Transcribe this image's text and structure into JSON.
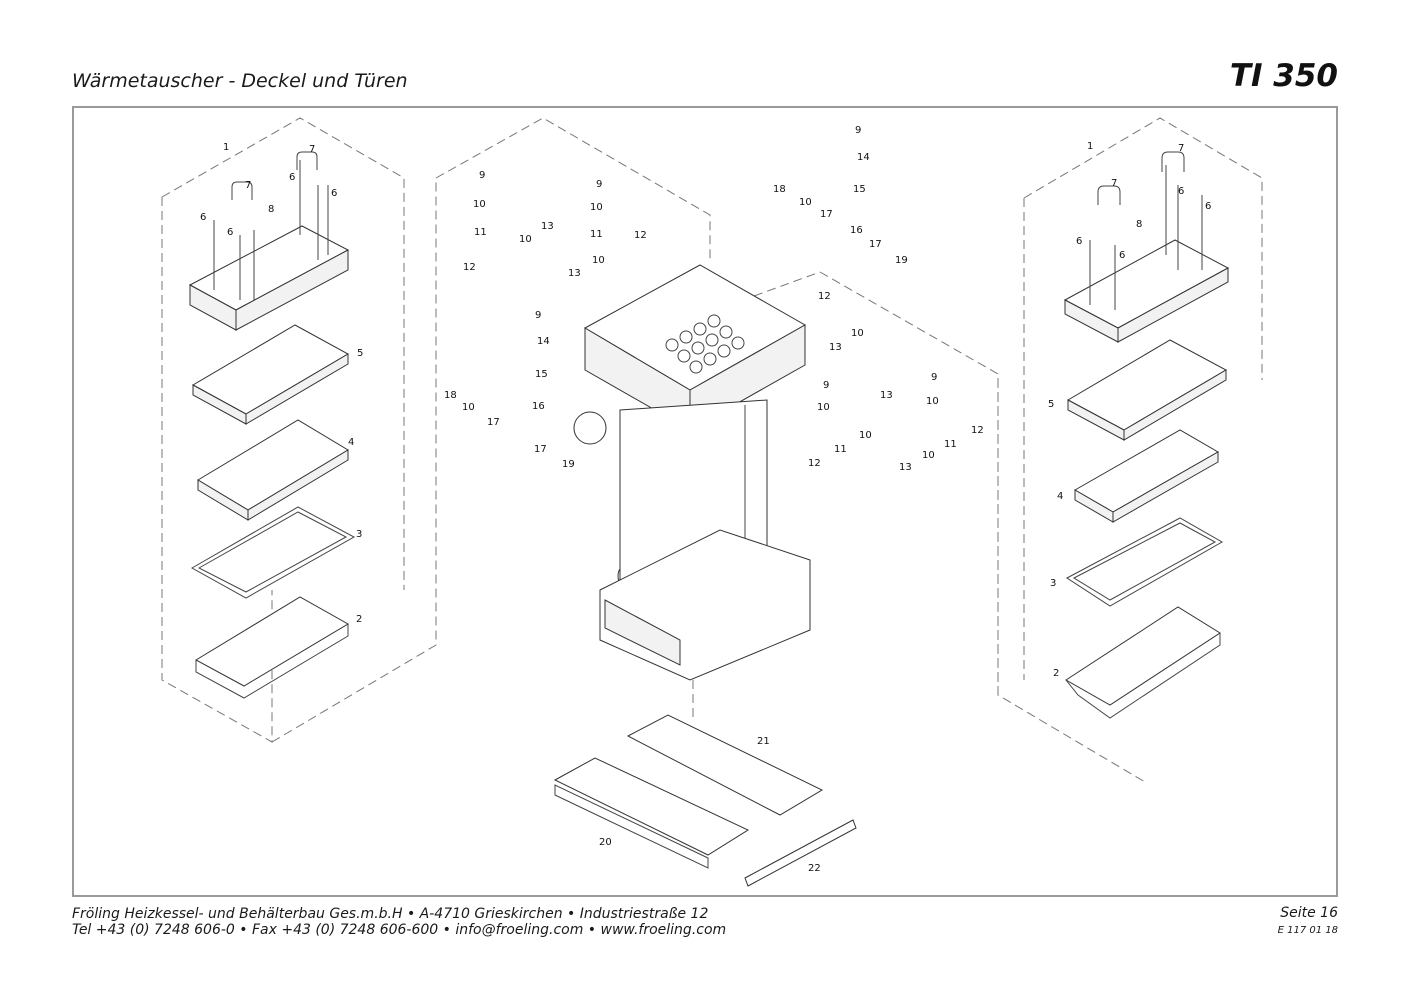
{
  "header": {
    "title": "Wärmetauscher - Deckel und Türen",
    "model": "TI 350"
  },
  "footer": {
    "line1": "Fröling Heizkessel- und Behälterbau Ges.m.b.H   •   A-4710 Grieskirchen   •   Industriestraße 12",
    "line2": "Tel +43 (0) 7248 606-0   •   Fax +43 (0) 7248 606-600   •   info@froeling.com   •   www.froeling.com",
    "page": "Seite 16",
    "doc_code": "E 117 01 18"
  },
  "labels": {
    "l_1": "1",
    "l_7a": "7",
    "l_6a": "6",
    "l_6b": "6",
    "l_7b": "7",
    "l_8": "8",
    "l_6c": "6",
    "l_6d": "6",
    "l_5": "5",
    "l_4": "4",
    "l_3": "3",
    "l_2": "2",
    "c_9a": "9",
    "c_10a": "10",
    "c_11a": "11",
    "c_12a": "12",
    "c_10b": "10",
    "c_13a": "13",
    "c_9b": "9",
    "c_10c": "10",
    "c_11b": "11",
    "c_12b": "12",
    "c_13b": "13",
    "c_10d": "10",
    "c_9c": "9",
    "c_14a": "14",
    "c_15a": "15",
    "c_18a": "18",
    "c_10e": "10",
    "c_17a": "17",
    "c_16a": "16",
    "c_17b": "17",
    "c_19a": "19",
    "c_12c": "12",
    "c_10f": "10",
    "c_13c": "13",
    "c_9d": "9",
    "c_14b": "14",
    "c_15b": "15",
    "c_18b": "18",
    "c_10g": "10",
    "c_16b": "16",
    "c_17c": "17",
    "c_17d": "17",
    "c_19b": "19",
    "c_9e": "9",
    "c_10h": "10",
    "c_13d": "13",
    "c_10i": "10",
    "c_11c": "11",
    "c_12d": "12",
    "c_9f": "9",
    "c_10j": "10",
    "c_12e": "12",
    "c_11d": "11",
    "c_10k": "10",
    "c_13e": "13",
    "c_21": "21",
    "c_20": "20",
    "c_22": "22",
    "r_1": "1",
    "r_7a": "7",
    "r_7b": "7",
    "r_6a": "6",
    "r_6b": "6",
    "r_8": "8",
    "r_6c": "6",
    "r_6d": "6",
    "r_5": "5",
    "r_4": "4",
    "r_3": "3",
    "r_2": "2"
  }
}
